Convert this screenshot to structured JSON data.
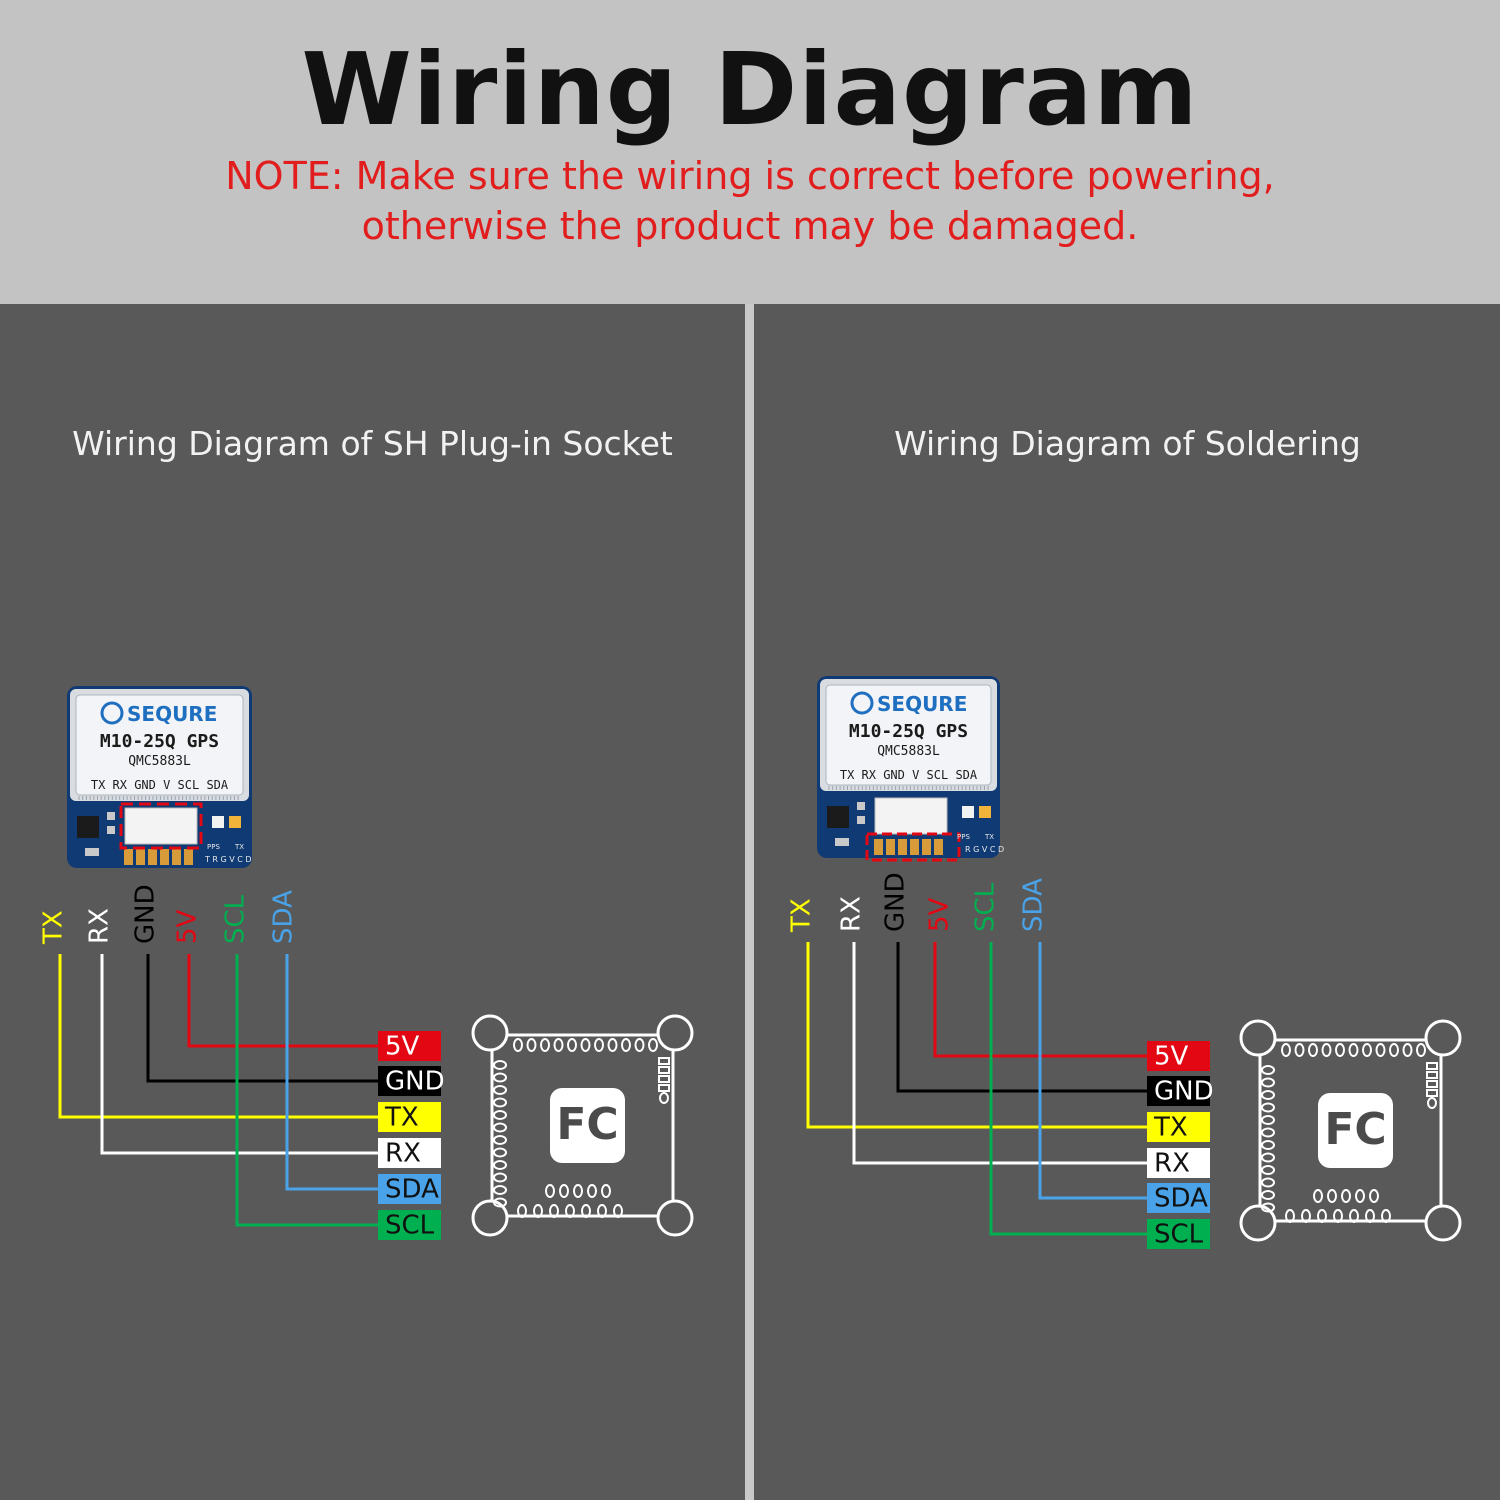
{
  "header": {
    "title": "Wiring Diagram",
    "note_line_1": "NOTE: Make sure the wiring is correct before powering,",
    "note_line_2": "otherwise the product may be damaged."
  },
  "panels": [
    {
      "title": "Wiring Diagram of SH Plug-in Socket",
      "module": {
        "brand": "SEQURE",
        "model": "M10-25Q GPS",
        "chip": "QMC5883L",
        "pin_row": "TX RX GND V SCL SDA",
        "pps_label": "PPS",
        "tx_label": "TX",
        "pad_labels": "T R G V C D"
      },
      "wire_labels": [
        "TX",
        "RX",
        "GND",
        "5V",
        "SCL",
        "SDA"
      ],
      "fc_pins": [
        "5V",
        "GND",
        "TX",
        "RX",
        "SDA",
        "SCL"
      ],
      "fc_label": "FC"
    },
    {
      "title": "Wiring Diagram of Soldering",
      "module": {
        "brand": "SEQURE",
        "model": "M10-25Q GPS",
        "chip": "QMC5883L",
        "pin_row": "TX RX GND V SCL SDA",
        "pps_label": "PPS",
        "tx_label": "TX",
        "pad_labels": "R G V C D"
      },
      "wire_labels": [
        "TX",
        "RX",
        "GND",
        "5V",
        "SCL",
        "SDA"
      ],
      "fc_pins": [
        "5V",
        "GND",
        "TX",
        "RX",
        "SDA",
        "SCL"
      ],
      "fc_label": "FC"
    }
  ],
  "colors": {
    "TX": "#ffff00",
    "RX": "#ffffff",
    "GND": "#000000",
    "5V": "#e30613",
    "SCL": "#00b050",
    "SDA": "#4aa3e8",
    "header_bg": "#c3c3c3",
    "panel_bg": "#595959",
    "note_red": "#e21d1d"
  }
}
